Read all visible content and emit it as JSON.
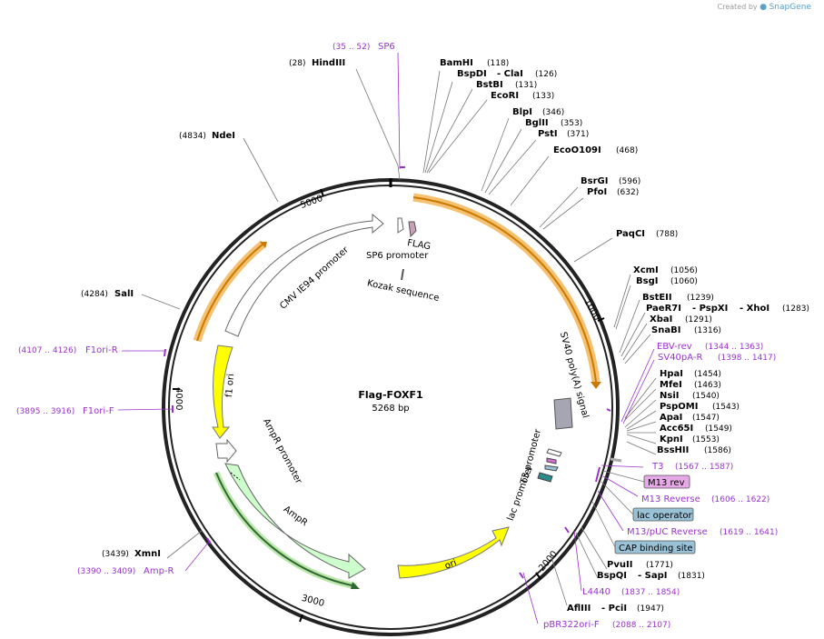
{
  "credit": {
    "prefix": "Created by",
    "brand": "SnapGene"
  },
  "plasmid": {
    "name": "Flag-FOXF1",
    "size": "5268 bp"
  },
  "ticks": [
    "1000",
    "2000",
    "3000",
    "4000",
    "5000"
  ],
  "sites": [
    {
      "name": "HindIII",
      "pos": "(28)"
    },
    {
      "name": "NdeI",
      "pos": "(4834)"
    },
    {
      "name": "BamHI",
      "pos": "(118)"
    },
    {
      "name": "BspDI",
      "pos": ""
    },
    {
      "name": "- ClaI",
      "pos": "(126)"
    },
    {
      "name": "BstBI",
      "pos": "(131)"
    },
    {
      "name": "EcoRI",
      "pos": "(133)"
    },
    {
      "name": "BlpI",
      "pos": "(346)"
    },
    {
      "name": "BglII",
      "pos": "(353)"
    },
    {
      "name": "PstI",
      "pos": "(371)"
    },
    {
      "name": "EcoO109I",
      "pos": "(468)"
    },
    {
      "name": "BsrGI",
      "pos": "(596)"
    },
    {
      "name": "PfoI",
      "pos": "(632)"
    },
    {
      "name": "PaqCI",
      "pos": "(788)"
    },
    {
      "name": "XcmI",
      "pos": "(1056)"
    },
    {
      "name": "BsgI",
      "pos": "(1060)"
    },
    {
      "name": "BstEII",
      "pos": "(1239)"
    },
    {
      "name": "PaeR7I",
      "pos": ""
    },
    {
      "name": "- PspXI",
      "pos": ""
    },
    {
      "name": "- XhoI",
      "pos": "(1283)"
    },
    {
      "name": "XbaI",
      "pos": "(1291)"
    },
    {
      "name": "SnaBI",
      "pos": "(1316)"
    },
    {
      "name": "HpaI",
      "pos": "(1454)"
    },
    {
      "name": "MfeI",
      "pos": "(1463)"
    },
    {
      "name": "NsiI",
      "pos": "(1540)"
    },
    {
      "name": "PspOMI",
      "pos": "(1543)"
    },
    {
      "name": "ApaI",
      "pos": "(1547)"
    },
    {
      "name": "Acc65I",
      "pos": "(1549)"
    },
    {
      "name": "KpnI",
      "pos": "(1553)"
    },
    {
      "name": "BssHII",
      "pos": "(1586)"
    },
    {
      "name": "PvuII",
      "pos": "(1771)"
    },
    {
      "name": "BspQI",
      "pos": ""
    },
    {
      "name": "- SapI",
      "pos": "(1831)"
    },
    {
      "name": "AflIII",
      "pos": ""
    },
    {
      "name": "- PciI",
      "pos": "(1947)"
    },
    {
      "name": "SalI",
      "pos": "(4284)"
    },
    {
      "name": "XmnI",
      "pos": "(3439)"
    }
  ],
  "primers": [
    {
      "name": "SP6",
      "pos": "(35 .. 52)"
    },
    {
      "name": "EBV-rev",
      "pos": "(1344 .. 1363)"
    },
    {
      "name": "SV40pA-R",
      "pos": "(1398 .. 1417)"
    },
    {
      "name": "T3",
      "pos": "(1567 .. 1587)"
    },
    {
      "name": "M13 Reverse",
      "pos": "(1606 .. 1622)"
    },
    {
      "name": "M13/pUC Reverse",
      "pos": "(1619 .. 1641)"
    },
    {
      "name": "L4440",
      "pos": "(1837 .. 1854)"
    },
    {
      "name": "pBR322ori-F",
      "pos": "(2088 .. 2107)"
    },
    {
      "name": "F1ori-R",
      "pos": "(4107 .. 4126)"
    },
    {
      "name": "F1ori-F",
      "pos": "(3895 .. 3916)"
    },
    {
      "name": "Amp-R",
      "pos": "(3390 .. 3409)"
    }
  ],
  "boxes": [
    {
      "name": "M13 rev",
      "color": "#e6a8e6"
    },
    {
      "name": "lac operator",
      "color": "#99c2d6"
    },
    {
      "name": "CAP binding site",
      "color": "#99c2d6"
    }
  ],
  "features": {
    "cmv": "CMV IE94 promoter",
    "sp6": "SP6 promoter",
    "flag": "FLAG",
    "kozak": "Kozak sequence",
    "sv40": "SV40 poly(A) signal",
    "t3": "T3 promoter",
    "lac": "lac promoter",
    "ori": "ori",
    "amp": "AmpR",
    "ampprom": "AmpR promoter",
    "f1": "f1 ori"
  },
  "colors": {
    "backbone": "#222222",
    "cds": "#f5a623",
    "promoter": "#ffffff",
    "ori": "#ffff00",
    "ampr": "#ccffcc",
    "primer": "#9933cc",
    "polya": "#a6a6b3"
  }
}
